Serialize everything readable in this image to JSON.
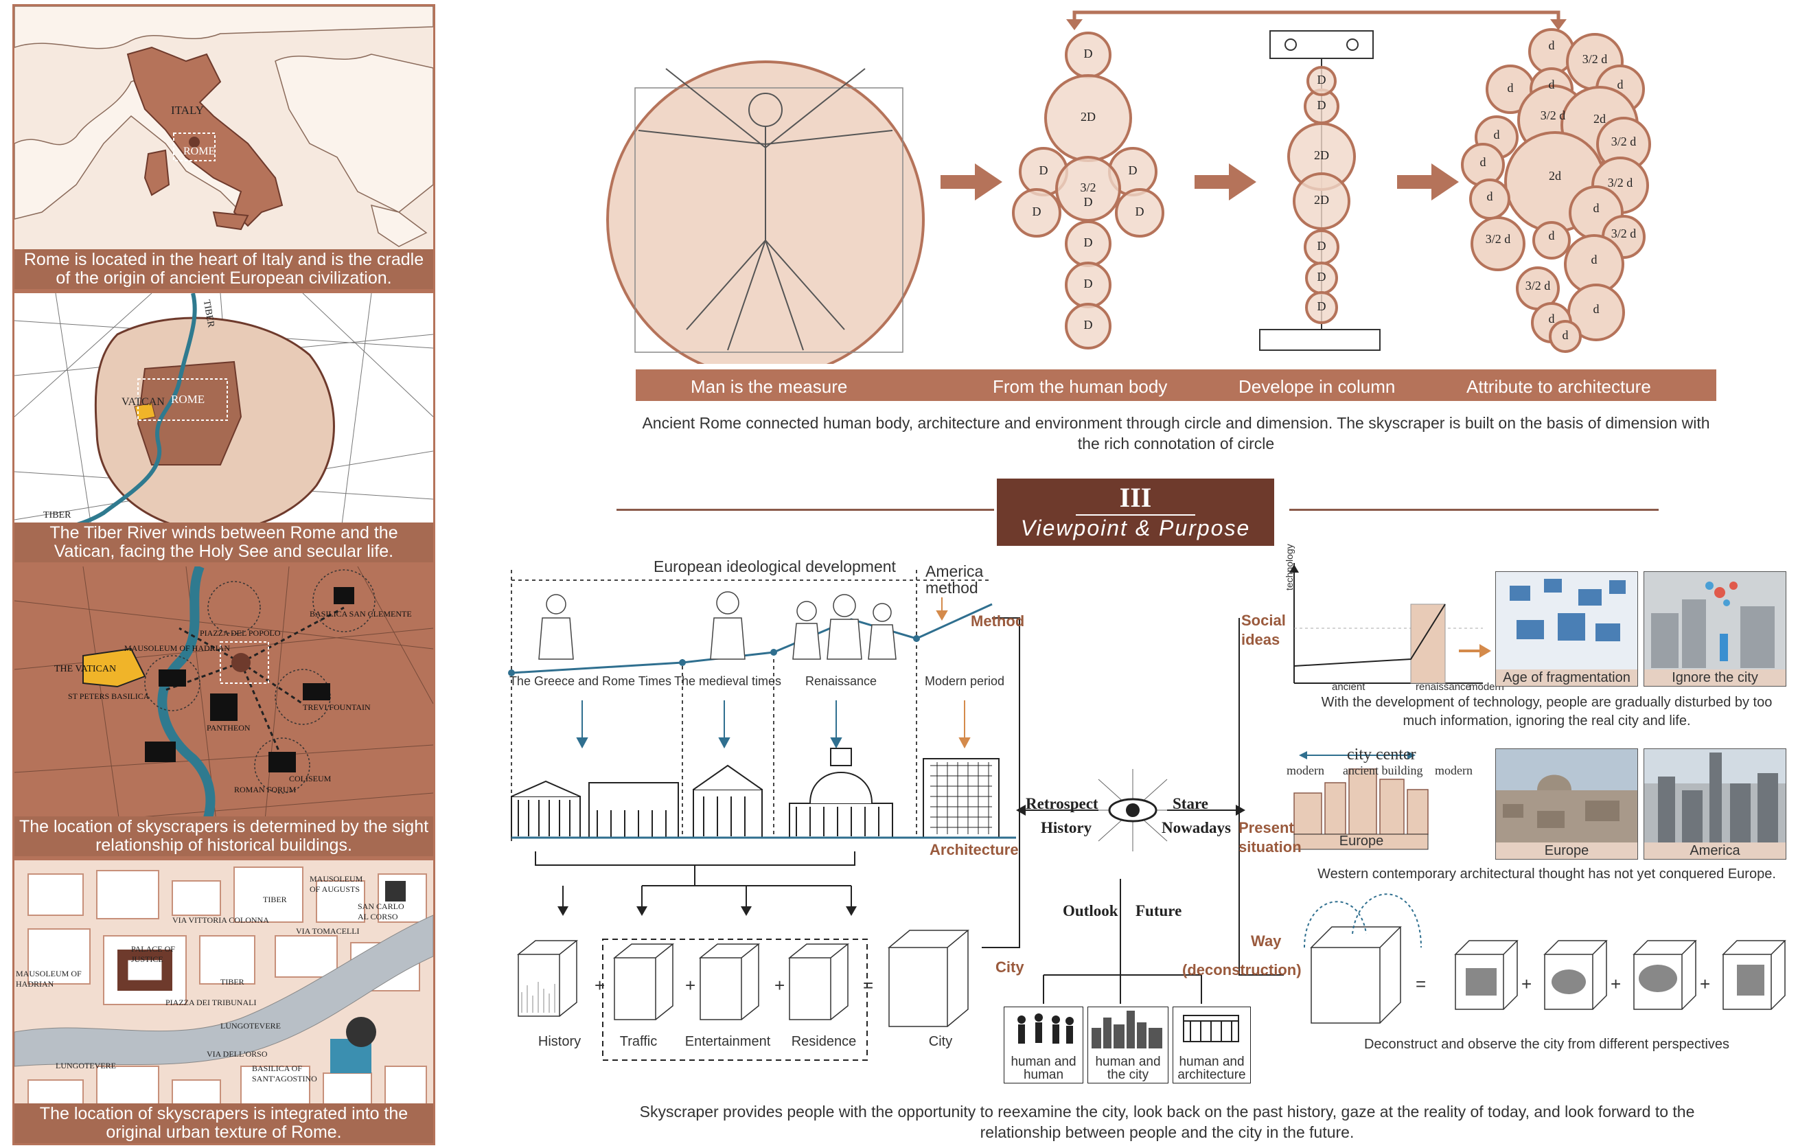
{
  "maps": [
    {
      "caption": "Rome is located in the heart of Italy and is the cradle of the origin of ancient European civilization.",
      "labels": [
        "ITALY",
        "ROME"
      ]
    },
    {
      "caption": "The Tiber River winds between Rome and the Vatican, facing the Holy See and secular life.",
      "labels": [
        "VATCAN",
        "ROME",
        "TIBER",
        "TIBER"
      ]
    },
    {
      "caption": "The location of skyscrapers is determined by the sight relationship of historical buildings.",
      "labels": [
        "THE VATICAN",
        "PIAZZA DEL POPOLO",
        "BASILICA SAN CLEMENTE",
        "MAUSOLEUM OF HADRIAN",
        "ST PETERS BASILICA",
        "PANTHEON",
        "TREVI FOUNTAIN",
        "COLISEUM",
        "ROMAN FORUM"
      ]
    },
    {
      "caption": "The location of skyscrapers is integrated into the original urban texture of Rome.",
      "labels": [
        "MAUSOLEUM OF AUGUSTS",
        "SAN CARLO AL CORSO",
        "VIA VITTORIA COLONNA",
        "VIA TOMACELLI",
        "PALACE OF JUSTICE",
        "MAUSOLEUM OF HADRIAN",
        "TIBER",
        "TIBER",
        "PIAZZA DEI TRIBUNALI",
        "LUNGOTEVERE",
        "BASILICA OF SANT'AGOSTINO",
        "LUNGOTEVERE",
        "VIA DELL'ORSO"
      ]
    }
  ],
  "top": {
    "labels": [
      "Man is the measure",
      "From the human body",
      "Develope in column",
      "Attribute to architecture"
    ],
    "caption": "Ancient Rome connected human body, architecture and environment through circle and dimension. The skyscraper is built on the basis of dimension with the rich connotation of circle",
    "body_circles": [
      "D",
      "2D",
      "D",
      "D",
      "D",
      "D",
      "3/2 D",
      "D",
      "D",
      "D"
    ],
    "column_circles": [
      "D",
      "2D",
      "2D",
      "D",
      "D",
      "D",
      "D"
    ],
    "arch_circles": [
      "d",
      "3/2 d",
      "d",
      "d",
      "d",
      "3/2 d",
      "2d",
      "d",
      "3/2 d",
      "d",
      "2d",
      "3/2 d",
      "d",
      "d",
      "3/2 d",
      "3/2 d",
      "d",
      "d",
      "3/2 d",
      "d",
      "d",
      "d"
    ]
  },
  "section": {
    "numeral": "III",
    "title": "Viewpoint & Purpose"
  },
  "left": {
    "header": "European ideological development",
    "america": "America method",
    "method": "Method",
    "periods": [
      "The Greece and Rome Times",
      "The medieval times",
      "Renaissance",
      "Modern period"
    ],
    "architecture": "Architecture",
    "cubes": [
      "History",
      "Traffic",
      "Entertainment",
      "Residence",
      "City"
    ],
    "ops": [
      "+",
      "+",
      "+",
      "="
    ],
    "city": "City"
  },
  "center": {
    "retrospect": "Retrospect",
    "history": "History",
    "stare": "Stare",
    "nowadays": "Nowadays",
    "outlook": "Outlook",
    "future": "Future",
    "boxes": [
      "human and human",
      "human and the city",
      "human and architecture"
    ]
  },
  "right": {
    "social": "Social ideas",
    "graph_y": "technology",
    "graph_x": [
      "ancient",
      "renaissance",
      "modern"
    ],
    "photo1": "Age of fragmentation",
    "photo2": "Ignore the city",
    "social_caption": "With the  development of technology, people are gradually disturbed by too much information, ignoring the real city and life.",
    "present": "Present situation",
    "city_center": "city center",
    "modern_left": "modern",
    "ancient_building": "ancient building",
    "modern_right": "modern",
    "europe1": "Europe",
    "europe2": "Europe",
    "america": "America",
    "present_caption": "Western contemporary architectural thought has not yet conquered Europe.",
    "way": "Way",
    "deconstruction": "(deconstruction)",
    "way_ops": [
      "=",
      "+",
      "+",
      "+"
    ],
    "way_caption": "Deconstruct and observe the city from different perspectives"
  },
  "bottom_caption": "Skyscraper provides people with the opportunity to reexamine the city, look back on the past history, gaze at the reality of today, and look forward to the relationship between people and the city in the future.",
  "colors": {
    "brown": "#b5735a",
    "dark": "#6e3a2c",
    "blue": "#2f6f8f",
    "orange": "#d48a4b"
  }
}
